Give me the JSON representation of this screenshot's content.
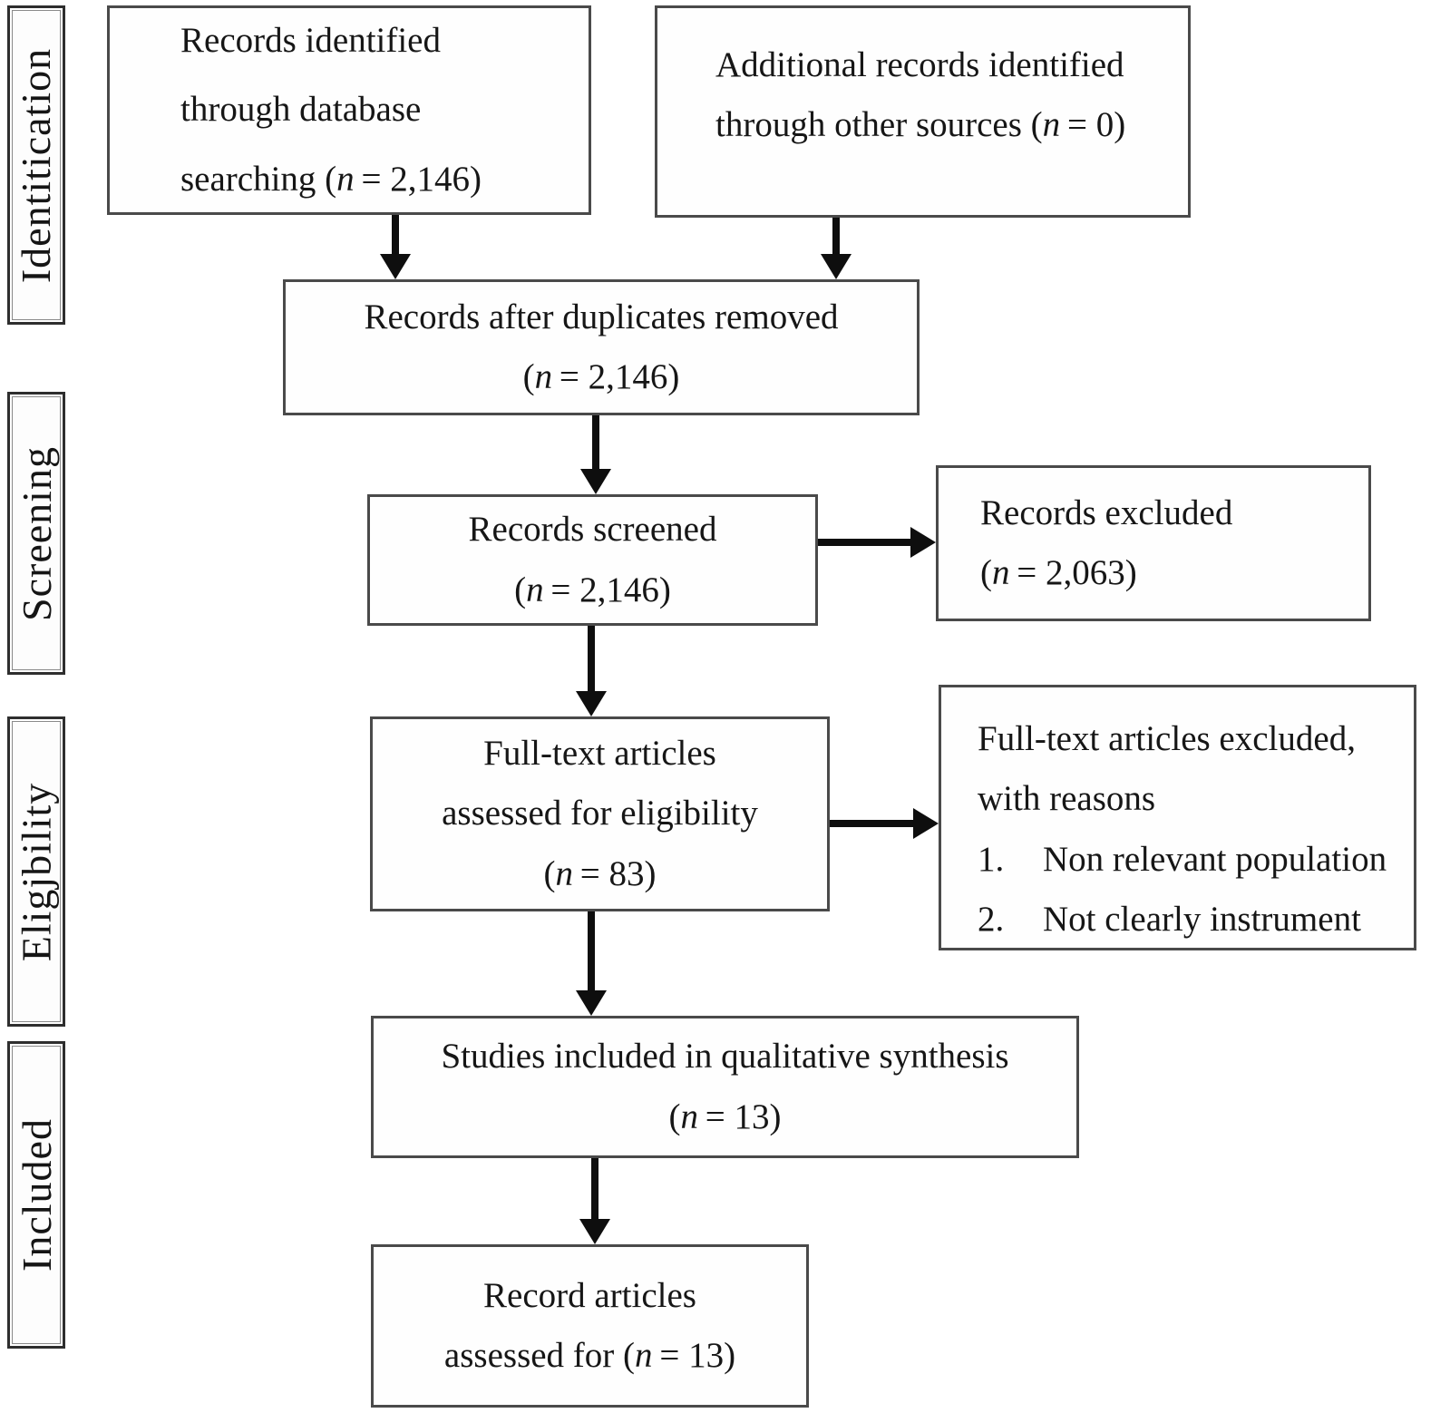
{
  "figure": {
    "type": "prisma-flow-diagram",
    "stages": [
      {
        "label": "Identitication"
      },
      {
        "label": "Screening"
      },
      {
        "label": "Eligjbility"
      },
      {
        "label": "Included"
      }
    ],
    "boxes": {
      "identified": {
        "lines": [
          "Records identified",
          "through database",
          "searching (n = 2,146)"
        ]
      },
      "additional": {
        "lines": [
          "Additional records identified",
          "through other sources (n = 0)"
        ]
      },
      "deduplicated": {
        "lines": [
          "Records after duplicates removed",
          "(n = 2,146)"
        ]
      },
      "screened": {
        "lines": [
          "Records screened",
          "(n = 2,146)"
        ]
      },
      "excluded": {
        "lines": [
          "Records excluded",
          "(n = 2,063)"
        ]
      },
      "fulltext": {
        "lines": [
          "Full-text articles",
          "assessed for eligibility",
          "(n = 83)"
        ]
      },
      "fulltext_excluded": {
        "lines": [
          "Full-text articles excluded,",
          "with reasons"
        ],
        "reasons": [
          {
            "num": "1.",
            "text": "Non relevant population"
          },
          {
            "num": "2.",
            "text": "Not clearly instrument"
          }
        ]
      },
      "qualitative": {
        "lines": [
          "Studies included in qualitative synthesis",
          "(n = 13)"
        ]
      },
      "assessed": {
        "lines": [
          "Record articles",
          "assessed for (n = 13)"
        ]
      }
    },
    "colors": {
      "ink": "#1a1a1a",
      "border": "#4a4a4a",
      "arrow": "#0e0e0e",
      "background": "#ffffff"
    }
  }
}
